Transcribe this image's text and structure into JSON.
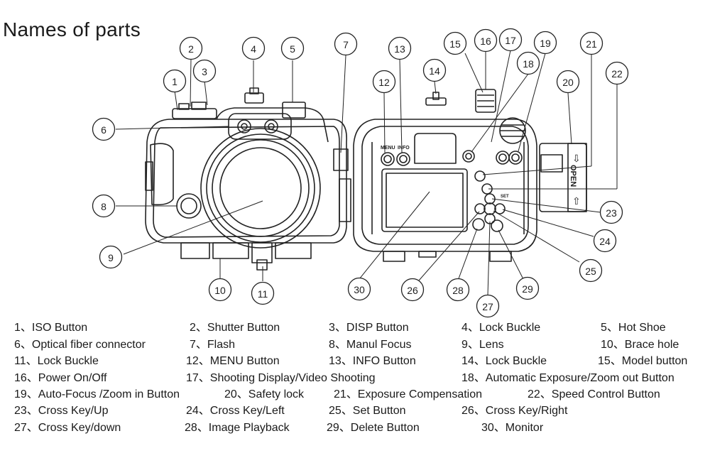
{
  "title": "Names of parts",
  "housing_labels": {
    "menu": "MENU",
    "info": "INFO",
    "open": "OPEN",
    "set": "SET"
  },
  "callouts": [
    "1",
    "2",
    "3",
    "4",
    "5",
    "6",
    "7",
    "8",
    "9",
    "10",
    "11",
    "12",
    "13",
    "14",
    "15",
    "16",
    "17",
    "18",
    "19",
    "20",
    "21",
    "22",
    "23",
    "24",
    "25",
    "26",
    "27",
    "28",
    "29",
    "30"
  ],
  "legend": [
    "1、ISO Button",
    "2、Shutter Button",
    "3、DISP Button",
    "4、Lock Buckle",
    "5、Hot Shoe",
    "6、Optical fiber connector",
    "7、Flash",
    "8、Manul Focus",
    "9、Lens",
    "10、Brace hole",
    "11、Lock Buckle",
    "12、MENU Button",
    "13、INFO Button",
    "14、Lock Buckle",
    "15、Model button",
    "16、Power On/Off",
    "17、Shooting Display/Video Shooting",
    "18、Automatic Exposure/Zoom out Button",
    "19、Auto-Focus /Zoom in Button",
    "20、Safety lock",
    "21、Exposure Compensation",
    "22、Speed Control Button",
    "23、Cross Key/Up",
    "24、Cross Key/Left",
    "25、Set Button",
    "26、Cross Key/Right",
    "27、Cross Key/down",
    "28、Image Playback",
    "29、Delete Button",
    "30、Monitor"
  ]
}
